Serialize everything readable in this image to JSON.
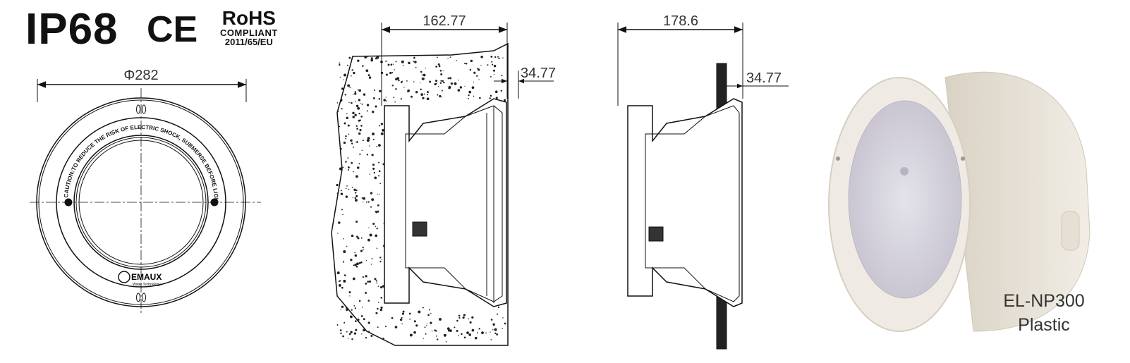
{
  "badges": {
    "ip_rating": "IP68",
    "ce_mark": "CE",
    "rohs_title": "RoHS",
    "rohs_compliant": "COMPLIANT",
    "rohs_directive": "2011/65/EU"
  },
  "front_view": {
    "diameter_label": "Φ282",
    "caution_text": "CAUTION:TO REDUCE THE RISK OF ELECTRIC SHOCK, SUBMERSE BEFORE LIGHTING",
    "brand_logo": "EMAUX",
    "brand_tagline": "Water Technology"
  },
  "side_view_concrete": {
    "depth_label": "162.77",
    "protrusion_label": "34.77"
  },
  "side_view_liner": {
    "depth_label": "178.6",
    "protrusion_label": "34.77"
  },
  "product": {
    "model": "EL-NP300",
    "material": "Plastic"
  },
  "colors": {
    "line": "#111111",
    "housing": "#e9e4da",
    "lens": "#d8d6e0"
  }
}
